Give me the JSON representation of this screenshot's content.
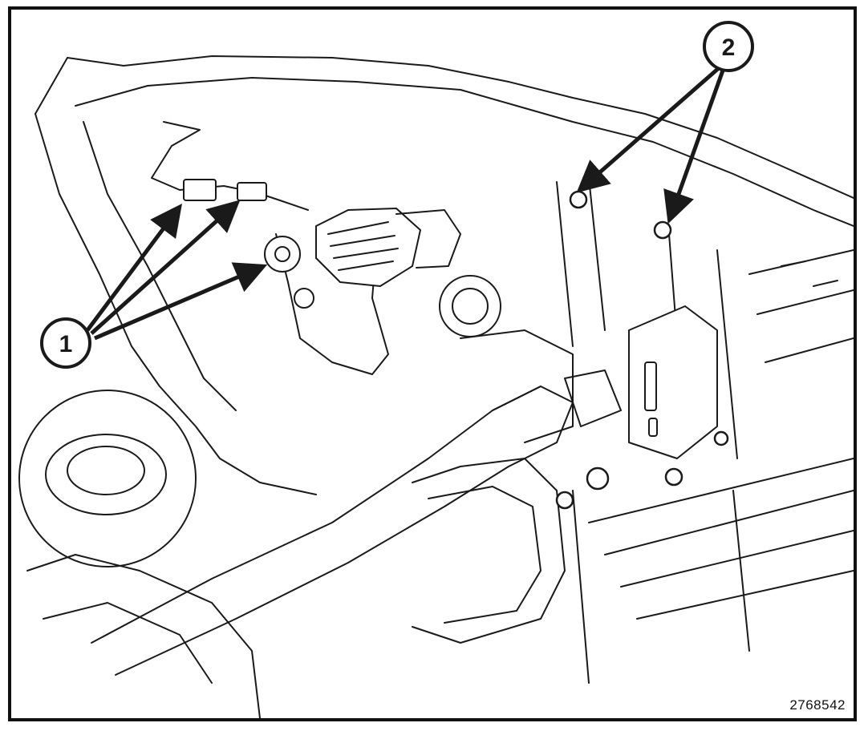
{
  "callouts": {
    "one": "1",
    "two": "2"
  },
  "figure_id": "2768542",
  "colors": {
    "line": "#1a1a1a",
    "fill": "#ffffff",
    "frame": "#111111"
  }
}
